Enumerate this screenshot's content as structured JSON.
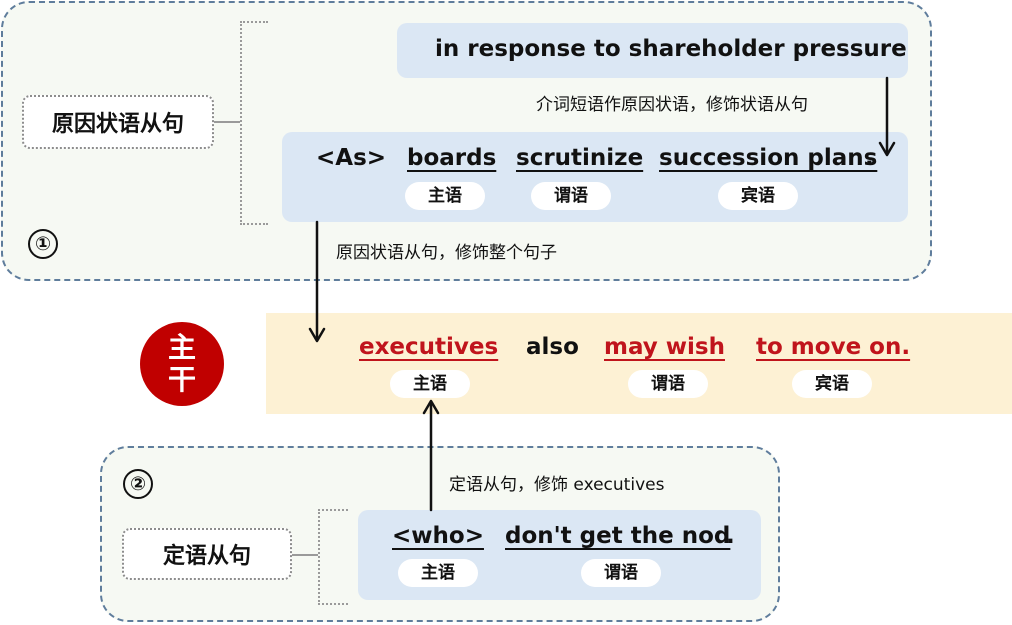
{
  "group1": {
    "number": "①",
    "label": "原因状语从句",
    "phrase": "in response to shareholder pressure",
    "phrase_note": "介词短语作原因状语，修饰状语从句",
    "clause": {
      "conj": "<As>",
      "subject": "boards",
      "verb": "scrutinize",
      "object": "succession plans",
      "punct": "."
    },
    "roles": {
      "subject": "主语",
      "verb": "谓语",
      "object": "宾语"
    },
    "note_to_main": "原因状语从句，修饰整个句子"
  },
  "main": {
    "badge": [
      "主",
      "干"
    ],
    "subject": "executives",
    "adverb": "also",
    "verb": "may wish",
    "object": "to move on.",
    "roles": {
      "subject": "主语",
      "verb": "谓语",
      "object": "宾语"
    }
  },
  "group2": {
    "number": "②",
    "label": "定语从句",
    "note": "定语从句，修饰 executives",
    "clause": {
      "rel": "<who>",
      "verb": "don't get the nod",
      "punct": "."
    },
    "roles": {
      "subject": "主语",
      "verb": "谓语"
    }
  },
  "colors": {
    "highlight_red": "#c0141c",
    "main_band": "#fdf1d4",
    "clause_box": "#dbe7f4"
  }
}
